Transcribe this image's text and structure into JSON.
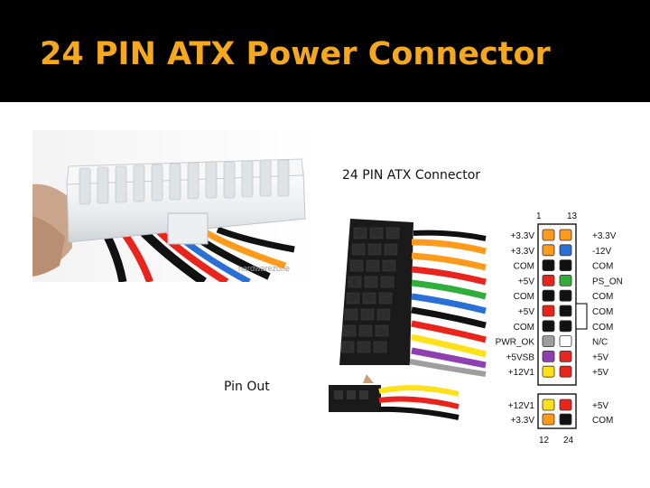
{
  "slide": {
    "title": "24 PIN ATX Power Connector",
    "caption_connector": "24 PIN ATX Connector",
    "caption_pinout": "Pin Out",
    "photo_watermark": "hardwarezone",
    "title_color": "#f5a81c",
    "background_color": "#000000"
  },
  "pinout": {
    "top_numbers": {
      "left": "1",
      "right": "13"
    },
    "bottom_numbers": {
      "left": "12",
      "right": "24"
    },
    "left_labels": [
      "+3.3V",
      "+3.3V",
      "COM",
      "+5V",
      "COM",
      "+5V",
      "COM",
      "PWR_OK",
      "+5VSB",
      "+12V1",
      "+12V1",
      "+3.3V"
    ],
    "right_labels": [
      "+3.3V",
      "-12V",
      "COM",
      "PS_ON",
      "COM",
      "COM",
      "COM",
      "N/C",
      "+5V",
      "+5V",
      "+5V",
      "COM"
    ],
    "left_colors": [
      "#ff9a1a",
      "#ff9a1a",
      "#111111",
      "#e8241d",
      "#111111",
      "#e8241d",
      "#111111",
      "#9e9e9e",
      "#8e3fb0",
      "#ffe11a",
      "#ffe11a",
      "#ff9a1a"
    ],
    "right_colors": [
      "#ff9a1a",
      "#2a6fd6",
      "#111111",
      "#2fae3a",
      "#111111",
      "#111111",
      "#111111",
      "#ffffff",
      "#e8241d",
      "#e8241d",
      "#e8241d",
      "#111111"
    ]
  }
}
